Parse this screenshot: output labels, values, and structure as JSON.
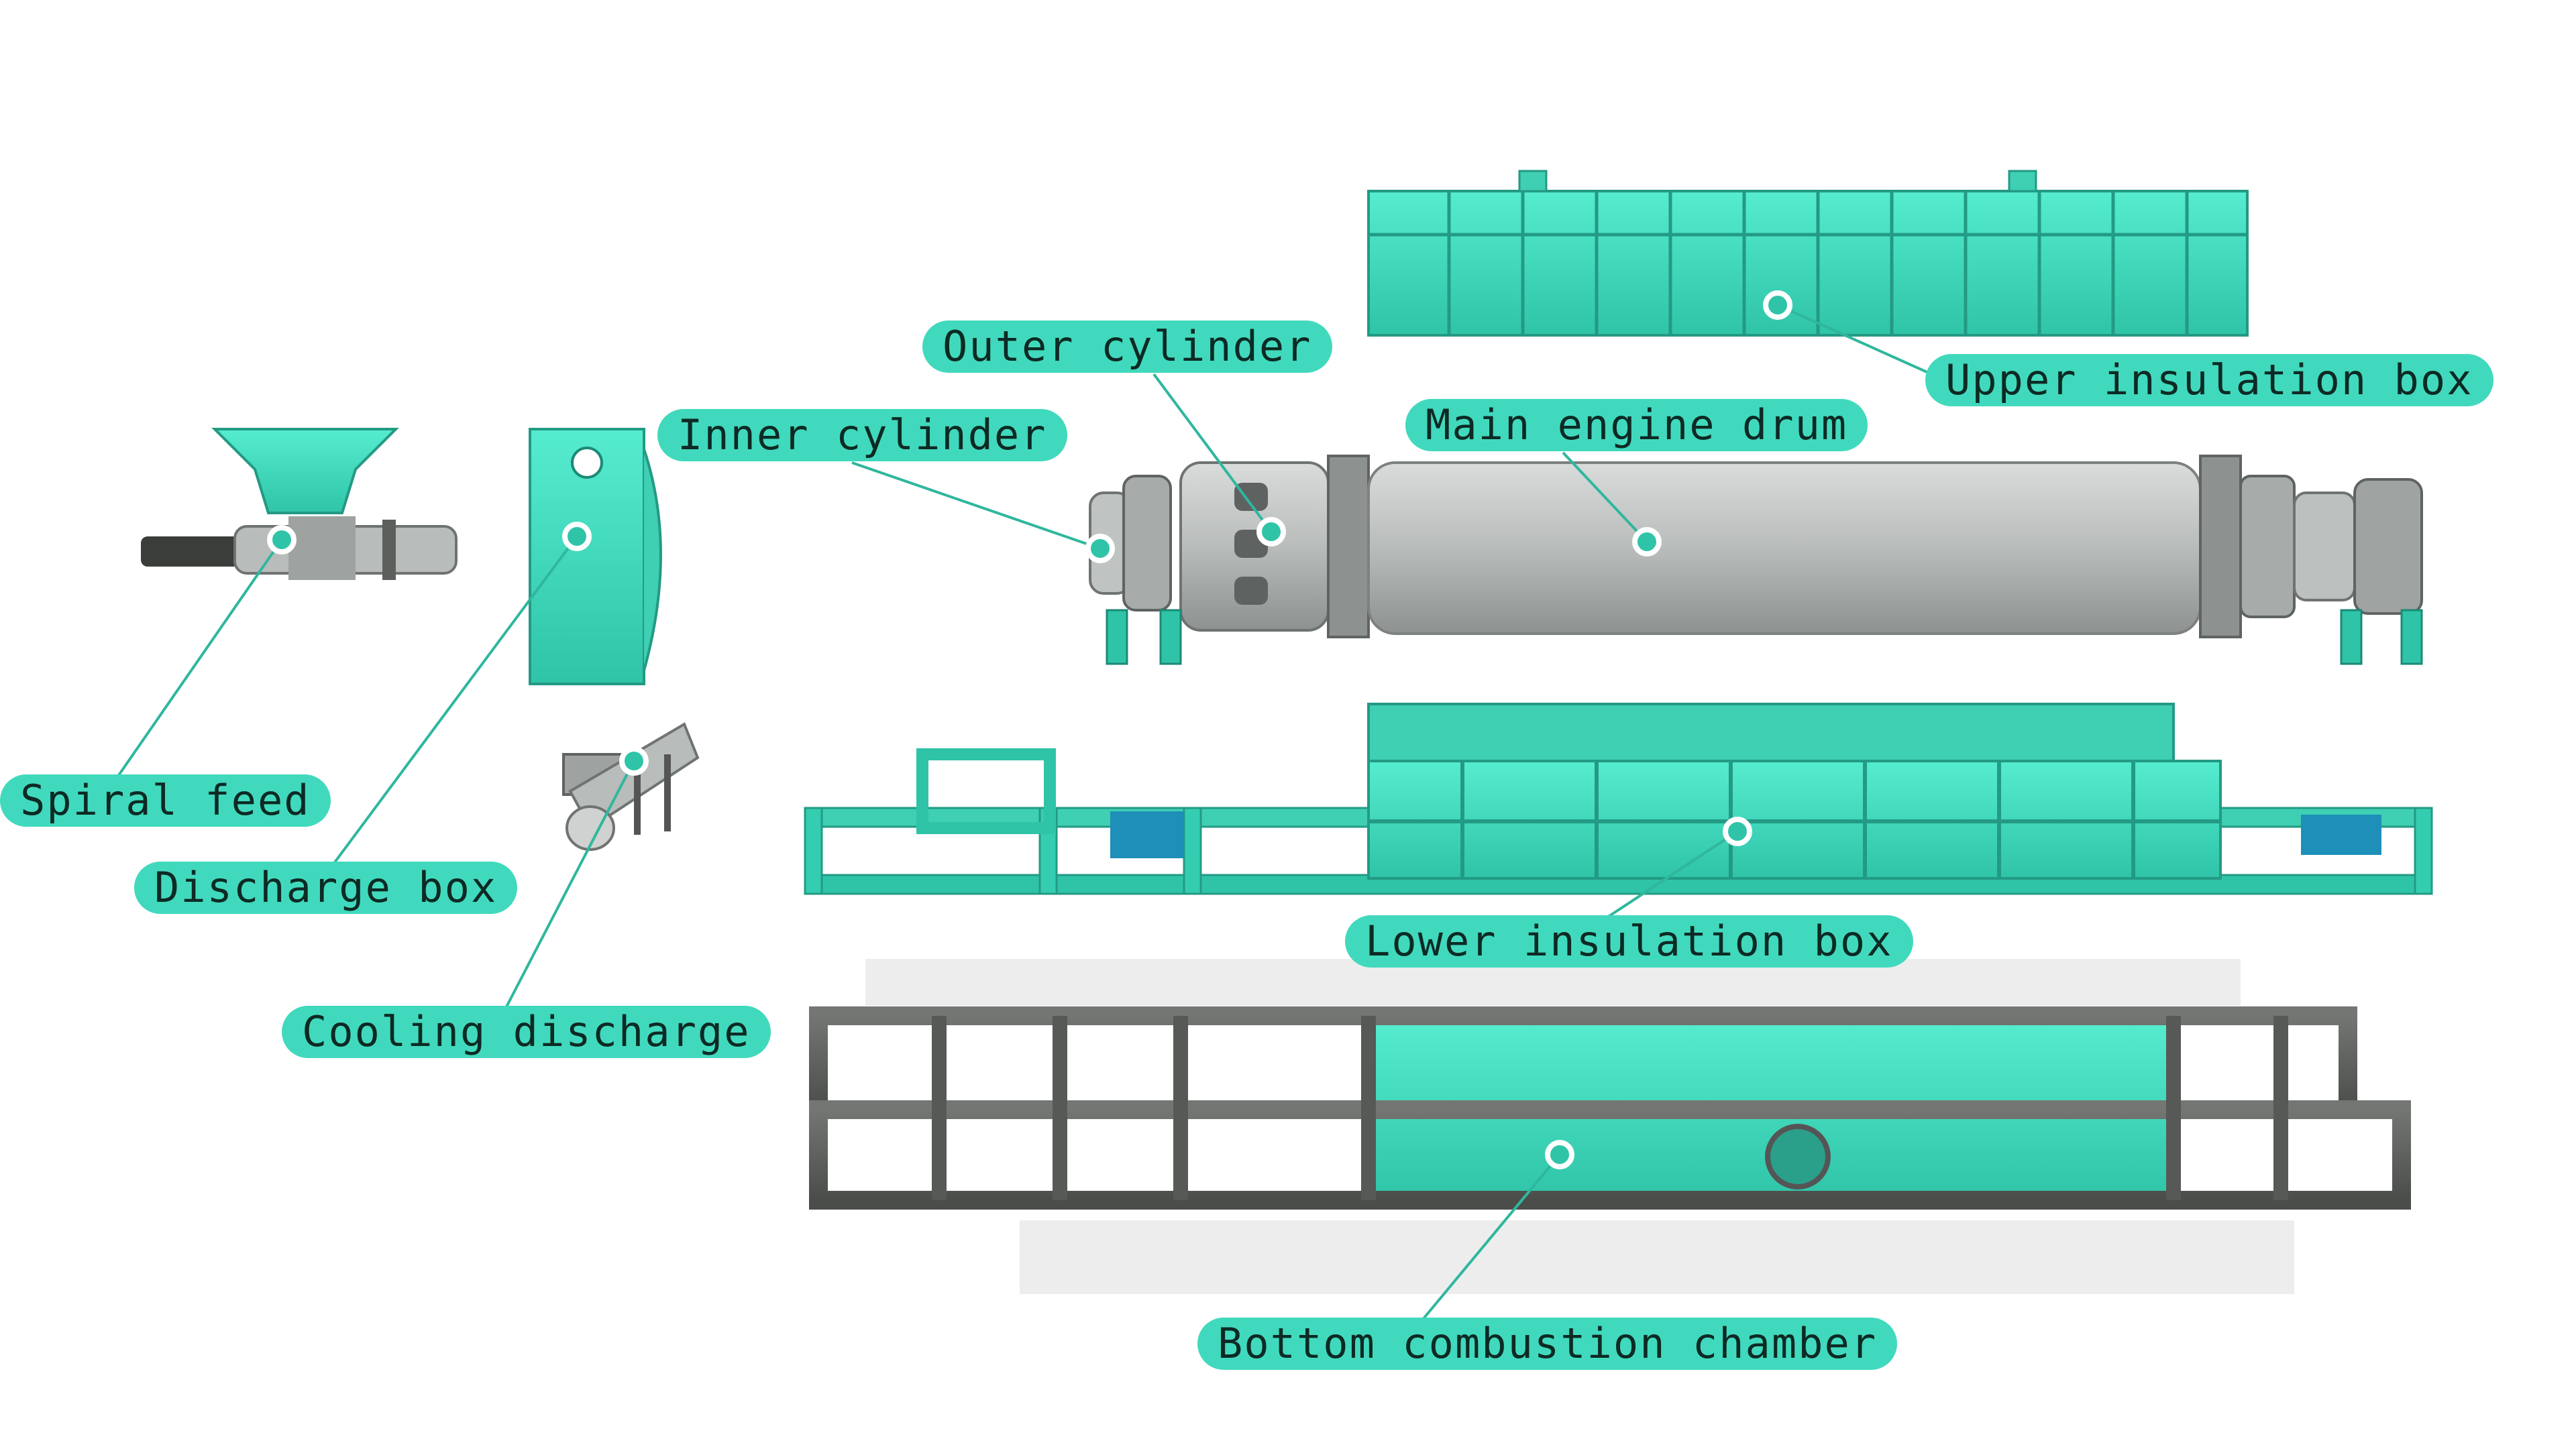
{
  "colors": {
    "accent_teal": "#41d9bd",
    "steel_gray": "#5c5f5c",
    "drum_gray": "#b9bdbb",
    "label_text": "#0d2a24"
  },
  "labels": {
    "spiral_feed": "Spiral feed",
    "discharge_box": "Discharge box",
    "cooling_discharge": "Cooling discharge",
    "inner_cylinder": "Inner cylinder",
    "outer_cylinder": "Outer cylinder",
    "main_engine_drum": "Main engine drum",
    "upper_insulation_box": "Upper insulation box",
    "lower_insulation_box": "Lower insulation box",
    "bottom_combustion_chamber": "Bottom combustion chamber"
  }
}
